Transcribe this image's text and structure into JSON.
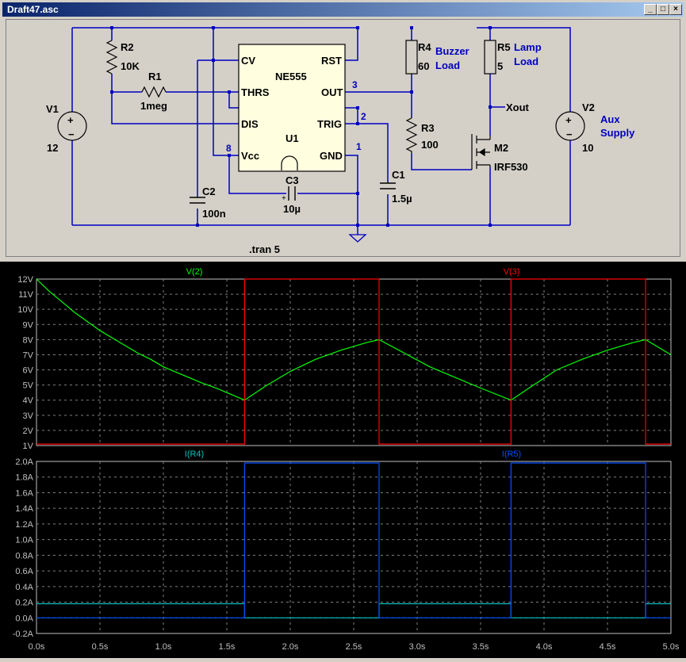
{
  "window": {
    "title": "Draft47.asc",
    "buttons": {
      "minimize": "_",
      "maximize": "□",
      "close": "×"
    }
  },
  "schematic": {
    "components": {
      "R2": {
        "name": "R2",
        "value": "10K"
      },
      "R1": {
        "name": "R1",
        "value": "1meg"
      },
      "V1": {
        "name": "V1",
        "value": "12"
      },
      "C2": {
        "name": "C2",
        "value": "100n"
      },
      "C3": {
        "name": "C3",
        "value": "10µ"
      },
      "C1": {
        "name": "C1",
        "value": "1.5µ"
      },
      "R4": {
        "name": "R4",
        "value": "60",
        "note1": "Buzzer",
        "note2": "Load"
      },
      "R5": {
        "name": "R5",
        "value": "5",
        "note1": "Lamp",
        "note2": "Load"
      },
      "R3": {
        "name": "R3",
        "value": "100"
      },
      "M2": {
        "name": "M2",
        "value": "IRF530"
      },
      "V2": {
        "name": "V2",
        "value": "10",
        "note1": "Aux",
        "note2": "Supply"
      },
      "U1": {
        "name": "U1",
        "part": "NE555",
        "pins": {
          "cv": "CV",
          "rst": "RST",
          "thrs": "THRS",
          "out": "OUT",
          "dis": "DIS",
          "trig": "TRIG",
          "vcc": "Vcc",
          "gnd": "GND"
        },
        "pin_numbers": {
          "out": "3",
          "trig": "2",
          "vcc": "8",
          "gnd": "1"
        }
      }
    },
    "net_labels": {
      "xout": "Xout"
    },
    "directive": ".tran 5"
  },
  "colors": {
    "v2_trace": "#00ff00",
    "v3_trace": "#ff0000",
    "ir4_trace": "#00c0c0",
    "ir5_trace": "#0050ff",
    "wire": "#0000c0",
    "component": "#000000",
    "note_text": "#0000c0"
  },
  "chart_data": [
    {
      "type": "line",
      "xlabel": "",
      "ylabel": "",
      "xlim": [
        0,
        5
      ],
      "ylim": [
        1,
        12
      ],
      "grid": true,
      "y_ticks": [
        "1V",
        "2V",
        "3V",
        "4V",
        "5V",
        "6V",
        "7V",
        "8V",
        "9V",
        "10V",
        "11V",
        "12V"
      ],
      "series": [
        {
          "name": "V(2)",
          "color": "#00ff00",
          "x": [
            0.0,
            0.1,
            0.2,
            0.3,
            0.4,
            0.5,
            0.6,
            0.7,
            0.8,
            0.9,
            1.0,
            1.1,
            1.2,
            1.3,
            1.4,
            1.5,
            1.6,
            1.64,
            1.8,
            2.0,
            2.2,
            2.4,
            2.6,
            2.7,
            2.9,
            3.1,
            3.3,
            3.5,
            3.74,
            3.9,
            4.1,
            4.3,
            4.5,
            4.7,
            4.8,
            4.9,
            5.0
          ],
          "y": [
            12.0,
            11.2,
            10.5,
            9.8,
            9.2,
            8.6,
            8.1,
            7.6,
            7.1,
            6.7,
            6.2,
            5.85,
            5.5,
            5.15,
            4.85,
            4.5,
            4.15,
            4.0,
            4.9,
            5.9,
            6.7,
            7.3,
            7.8,
            8.0,
            7.1,
            6.2,
            5.5,
            4.8,
            4.0,
            4.9,
            6.0,
            6.7,
            7.3,
            7.8,
            8.0,
            7.5,
            7.0
          ]
        },
        {
          "name": "V(3)",
          "color": "#ff0000",
          "x": [
            0.0,
            1.64,
            1.64,
            2.7,
            2.7,
            3.74,
            3.74,
            4.8,
            4.8,
            5.0
          ],
          "y": [
            1.1,
            1.1,
            12.0,
            12.0,
            1.1,
            1.1,
            12.0,
            12.0,
            1.1,
            1.1
          ]
        }
      ]
    },
    {
      "type": "line",
      "xlabel": "",
      "ylabel": "",
      "xlim": [
        0,
        5
      ],
      "ylim": [
        -0.2,
        2.0
      ],
      "grid": true,
      "x_ticks": [
        "0.0s",
        "0.5s",
        "1.0s",
        "1.5s",
        "2.0s",
        "2.5s",
        "3.0s",
        "3.5s",
        "4.0s",
        "4.5s",
        "5.0s"
      ],
      "y_ticks": [
        "-0.2A",
        "0.0A",
        "0.2A",
        "0.4A",
        "0.6A",
        "0.8A",
        "1.0A",
        "1.2A",
        "1.4A",
        "1.6A",
        "1.8A",
        "2.0A"
      ],
      "series": [
        {
          "name": "I(R4)",
          "color": "#00c0c0",
          "x": [
            0.0,
            1.64,
            1.64,
            2.7,
            2.7,
            3.74,
            3.74,
            4.8,
            4.8,
            5.0
          ],
          "y": [
            0.18,
            0.18,
            0.0,
            0.0,
            0.18,
            0.18,
            0.0,
            0.0,
            0.18,
            0.18
          ]
        },
        {
          "name": "I(R5)",
          "color": "#0050ff",
          "x": [
            0.0,
            1.64,
            1.64,
            2.7,
            2.7,
            3.74,
            3.74,
            4.8,
            4.8,
            5.0
          ],
          "y": [
            0.0,
            0.0,
            1.98,
            1.98,
            0.0,
            0.0,
            1.98,
            1.98,
            0.0,
            0.0
          ]
        }
      ]
    }
  ]
}
